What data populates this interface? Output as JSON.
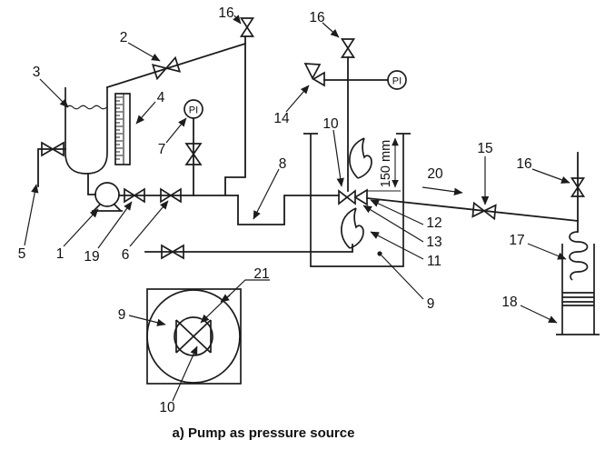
{
  "caption": "a) Pump as pressure source",
  "colors": {
    "line": "#1c1c1c",
    "background": "#ffffff"
  },
  "instruments": {
    "pi_left": "PI",
    "pi_middle": "PI"
  },
  "dimension": {
    "flame_height": "150 mm"
  },
  "labels": {
    "pump": "1",
    "recirc_valve": "2",
    "tank": "3",
    "level_gauge": "4",
    "supply_line": "5",
    "discharge_valve": "6",
    "pi_valve": "7",
    "pipe_dip": "8",
    "chamber": "9",
    "nozzle": "10",
    "flame": "11",
    "nozzle_tip": "12",
    "nozzle_orifice": "13",
    "vent_valve_14": "14",
    "line_valve_15": "15",
    "vent_16_left": "16",
    "vent_16_mid": "16",
    "vent_16_right": "16",
    "coil": "17",
    "vessel": "18",
    "pump_valve_19": "19",
    "flow_20": "20",
    "ring_21": "21",
    "topview_chamber": "9",
    "topview_nozzle": "10"
  }
}
